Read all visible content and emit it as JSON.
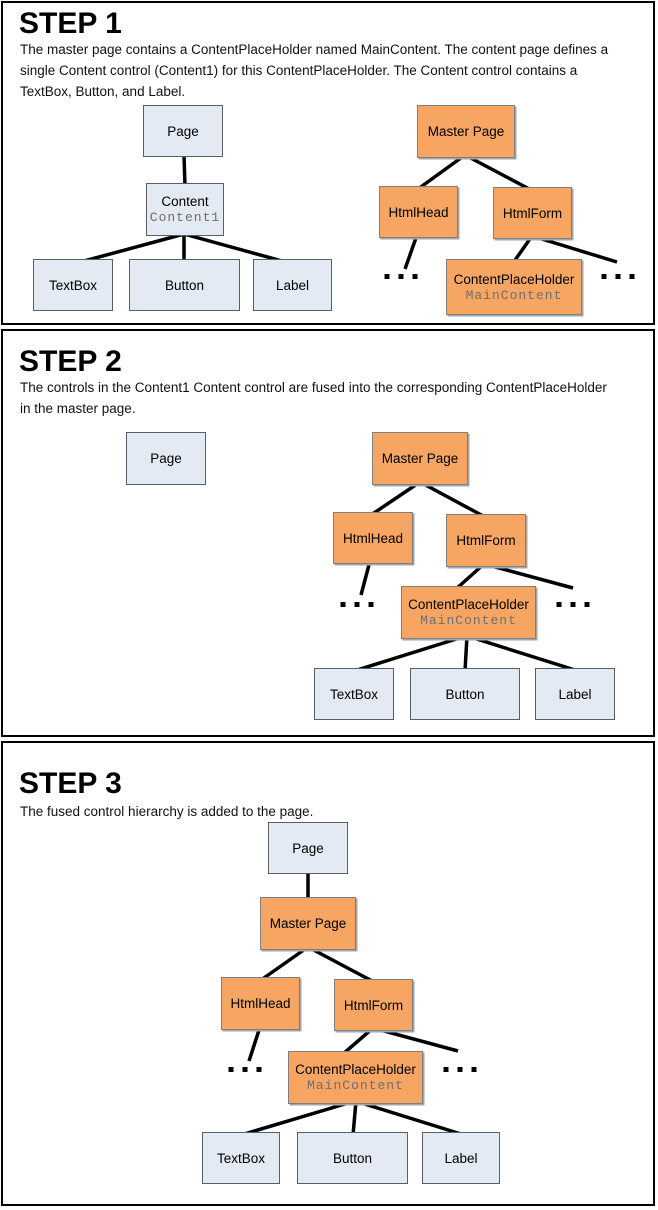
{
  "panels": [
    {
      "heading": "STEP 1",
      "description_lines": [
        "The master page contains a ContentPlaceHolder named MainContent. The content page defines a",
        "single Content control (Content1) for this ContentPlaceHolder. The Content control contains a",
        "TextBox, Button, and Label."
      ],
      "nodes": {
        "page": {
          "label": "Page"
        },
        "content": {
          "label": "Content",
          "sublabel": "Content1"
        },
        "textbox": {
          "label": "TextBox"
        },
        "button": {
          "label": "Button"
        },
        "label": {
          "label": "Label"
        },
        "master": {
          "label": "Master Page"
        },
        "htmlhead": {
          "label": "HtmlHead"
        },
        "htmlform": {
          "label": "HtmlForm"
        },
        "cph": {
          "label": "ContentPlaceHolder",
          "sublabel": "MainContent"
        }
      },
      "ellipsis": "..."
    },
    {
      "heading": "STEP 2",
      "description_lines": [
        "The controls in the Content1 Content control are fused into the corresponding ContentPlaceHolder",
        "in the master page."
      ],
      "nodes": {
        "page": {
          "label": "Page"
        },
        "master": {
          "label": "Master Page"
        },
        "htmlhead": {
          "label": "HtmlHead"
        },
        "htmlform": {
          "label": "HtmlForm"
        },
        "cph": {
          "label": "ContentPlaceHolder",
          "sublabel": "MainContent"
        },
        "textbox": {
          "label": "TextBox"
        },
        "button": {
          "label": "Button"
        },
        "label": {
          "label": "Label"
        }
      },
      "ellipsis": "..."
    },
    {
      "heading": "STEP 3",
      "description_lines": [
        "The fused control hierarchy is added to the page."
      ],
      "nodes": {
        "page": {
          "label": "Page"
        },
        "master": {
          "label": "Master Page"
        },
        "htmlhead": {
          "label": "HtmlHead"
        },
        "htmlform": {
          "label": "HtmlForm"
        },
        "cph": {
          "label": "ContentPlaceHolder",
          "sublabel": "MainContent"
        },
        "textbox": {
          "label": "TextBox"
        },
        "button": {
          "label": "Button"
        },
        "label": {
          "label": "Label"
        }
      },
      "ellipsis": "..."
    }
  ],
  "colors": {
    "content_page_node_fill": "#E4EAF3",
    "content_page_node_border": "#55606C",
    "master_page_node_fill": "#F6A662",
    "master_page_node_border": "#7F7F7F",
    "sublabel_text": "#6E6E6E",
    "connector": "#000000",
    "panel_border": "#000000"
  }
}
